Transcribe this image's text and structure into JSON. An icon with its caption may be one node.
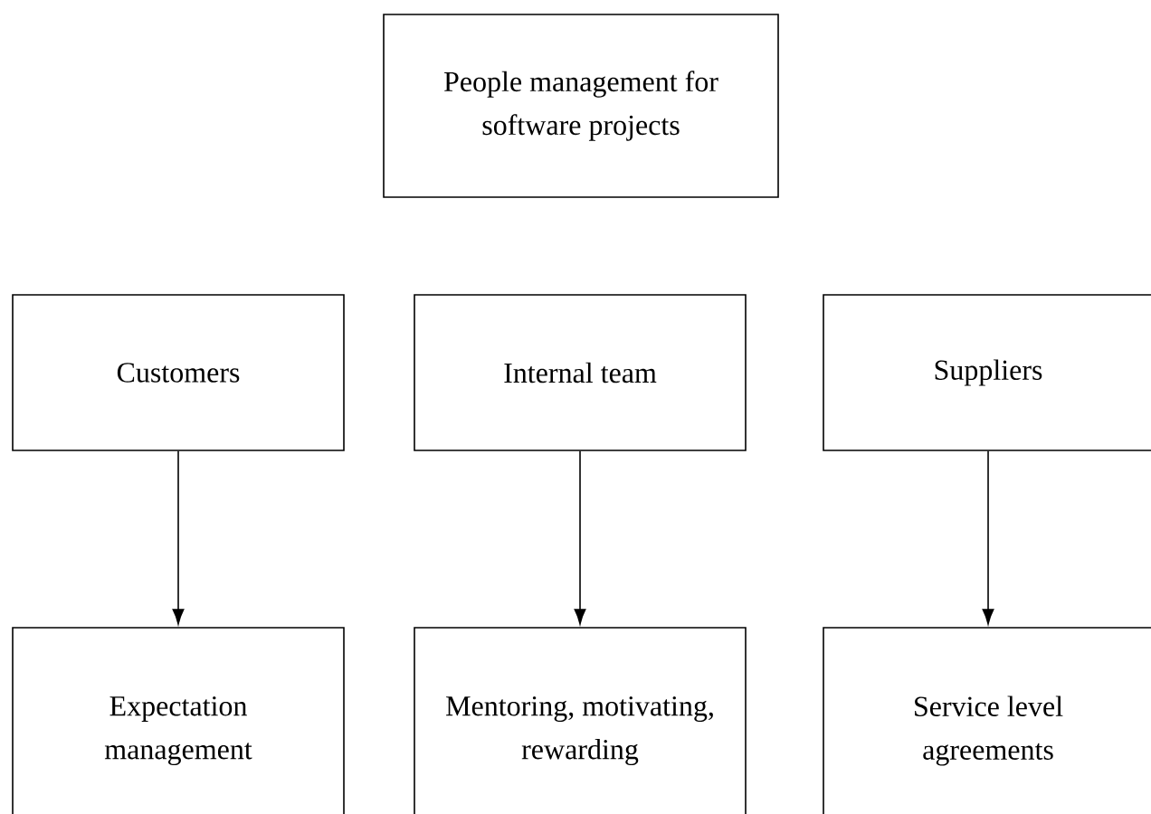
{
  "diagram": {
    "nodes": [
      {
        "text": [
          "People management for software projects"
        ]
      },
      {
        "text": [
          "Customers"
        ]
      },
      {
        "text": [
          "Internal team"
        ]
      },
      {
        "text": [
          "Suppliers"
        ]
      },
      {
        "text": [
          "Expectation management"
        ]
      },
      {
        "text": [
          "Mentoring, motivating, rewarding"
        ]
      },
      {
        "text": [
          "Service level agreements"
        ]
      }
    ],
    "edges": [
      {
        "from": 1,
        "to": 4,
        "arrow": "to"
      },
      {
        "from": 2,
        "to": 5,
        "arrow": "to"
      },
      {
        "from": 3,
        "to": 6,
        "arrow": "to"
      }
    ]
  }
}
